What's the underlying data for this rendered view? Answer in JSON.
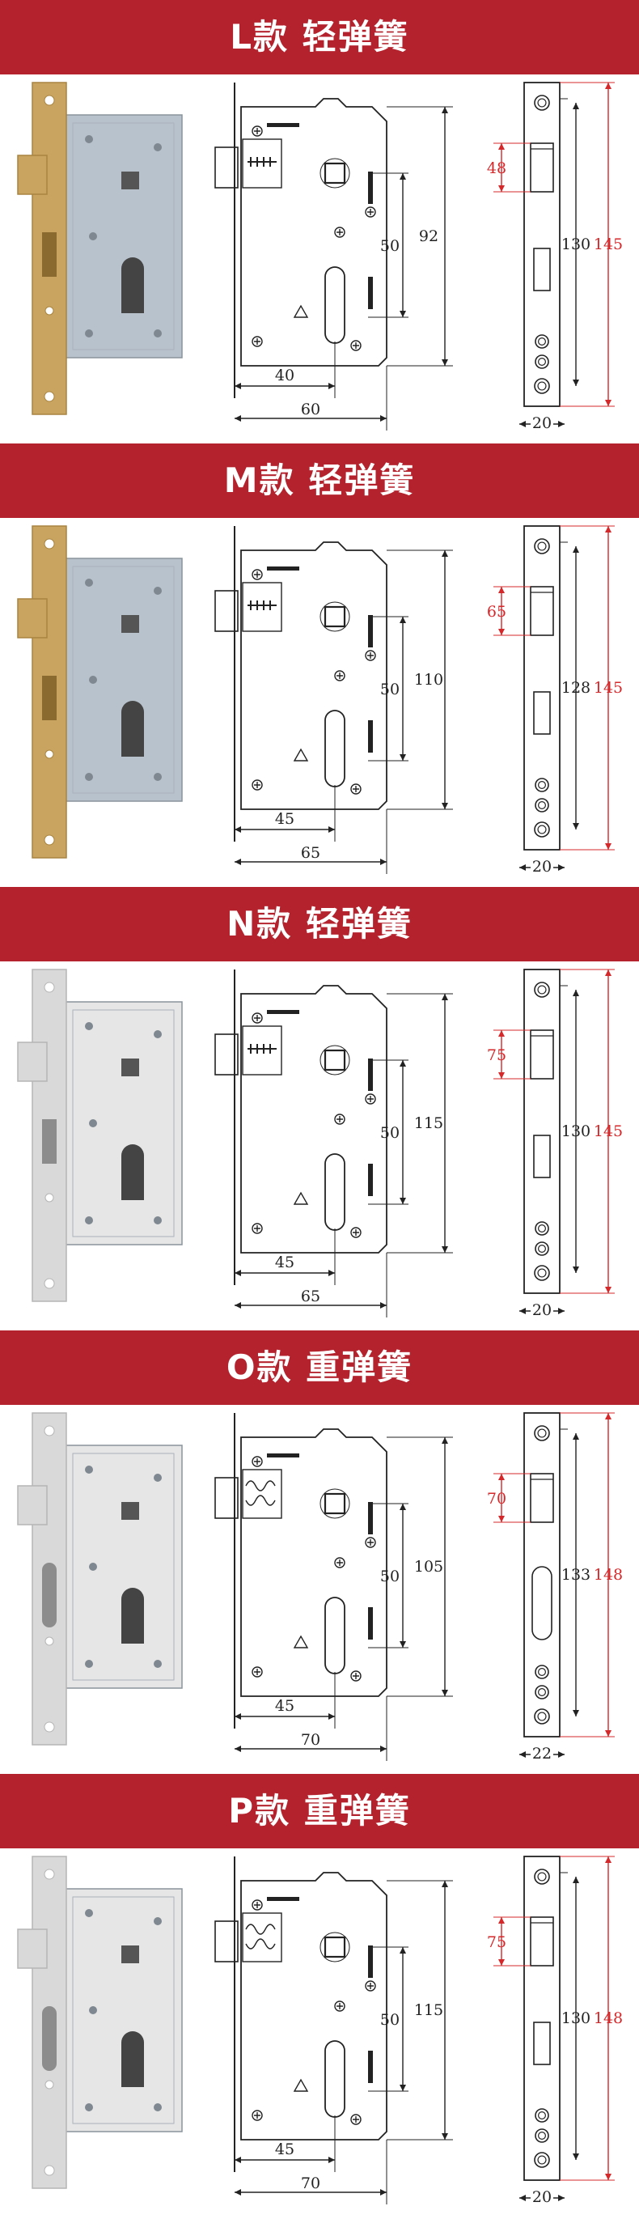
{
  "sections": [
    {
      "id": "L",
      "title": "L款 轻弹簧",
      "finish": "brass",
      "latch_style": "light",
      "backset": "40",
      "width": "60",
      "spacing": "50",
      "body_height": "92",
      "strike_latch": "48",
      "strike_inner": "130",
      "strike_total": "145",
      "strike_width": "20"
    },
    {
      "id": "M",
      "title": "M款 轻弹簧",
      "finish": "brass",
      "latch_style": "light",
      "backset": "45",
      "width": "65",
      "spacing": "50",
      "body_height": "110",
      "strike_latch": "65",
      "strike_inner": "128",
      "strike_total": "145",
      "strike_width": "20"
    },
    {
      "id": "N",
      "title": "N款 轻弹簧",
      "finish": "steel",
      "latch_style": "light",
      "backset": "45",
      "width": "65",
      "spacing": "50",
      "body_height": "115",
      "strike_latch": "75",
      "strike_inner": "130",
      "strike_total": "145",
      "strike_width": "20"
    },
    {
      "id": "O",
      "title": "O款 重弹簧",
      "finish": "steel",
      "latch_style": "heavy",
      "backset": "45",
      "width": "70",
      "spacing": "50",
      "body_height": "105",
      "strike_latch": "70",
      "strike_inner": "133",
      "strike_total": "148",
      "strike_width": "22"
    },
    {
      "id": "P",
      "title": "P款 重弹簧",
      "finish": "steel",
      "latch_style": "heavy",
      "backset": "45",
      "width": "70",
      "spacing": "50",
      "body_height": "115",
      "strike_latch": "75",
      "strike_inner": "130",
      "strike_total": "148",
      "strike_width": "20"
    }
  ],
  "colors": {
    "header_bg": "#b3222d",
    "header_text": "#ffffff",
    "dimension_black": "#222222",
    "dimension_red": "#d4282b",
    "brass": "#c9a460",
    "steel": "#d9d9d9",
    "body_metal": "#b8c2cc"
  }
}
